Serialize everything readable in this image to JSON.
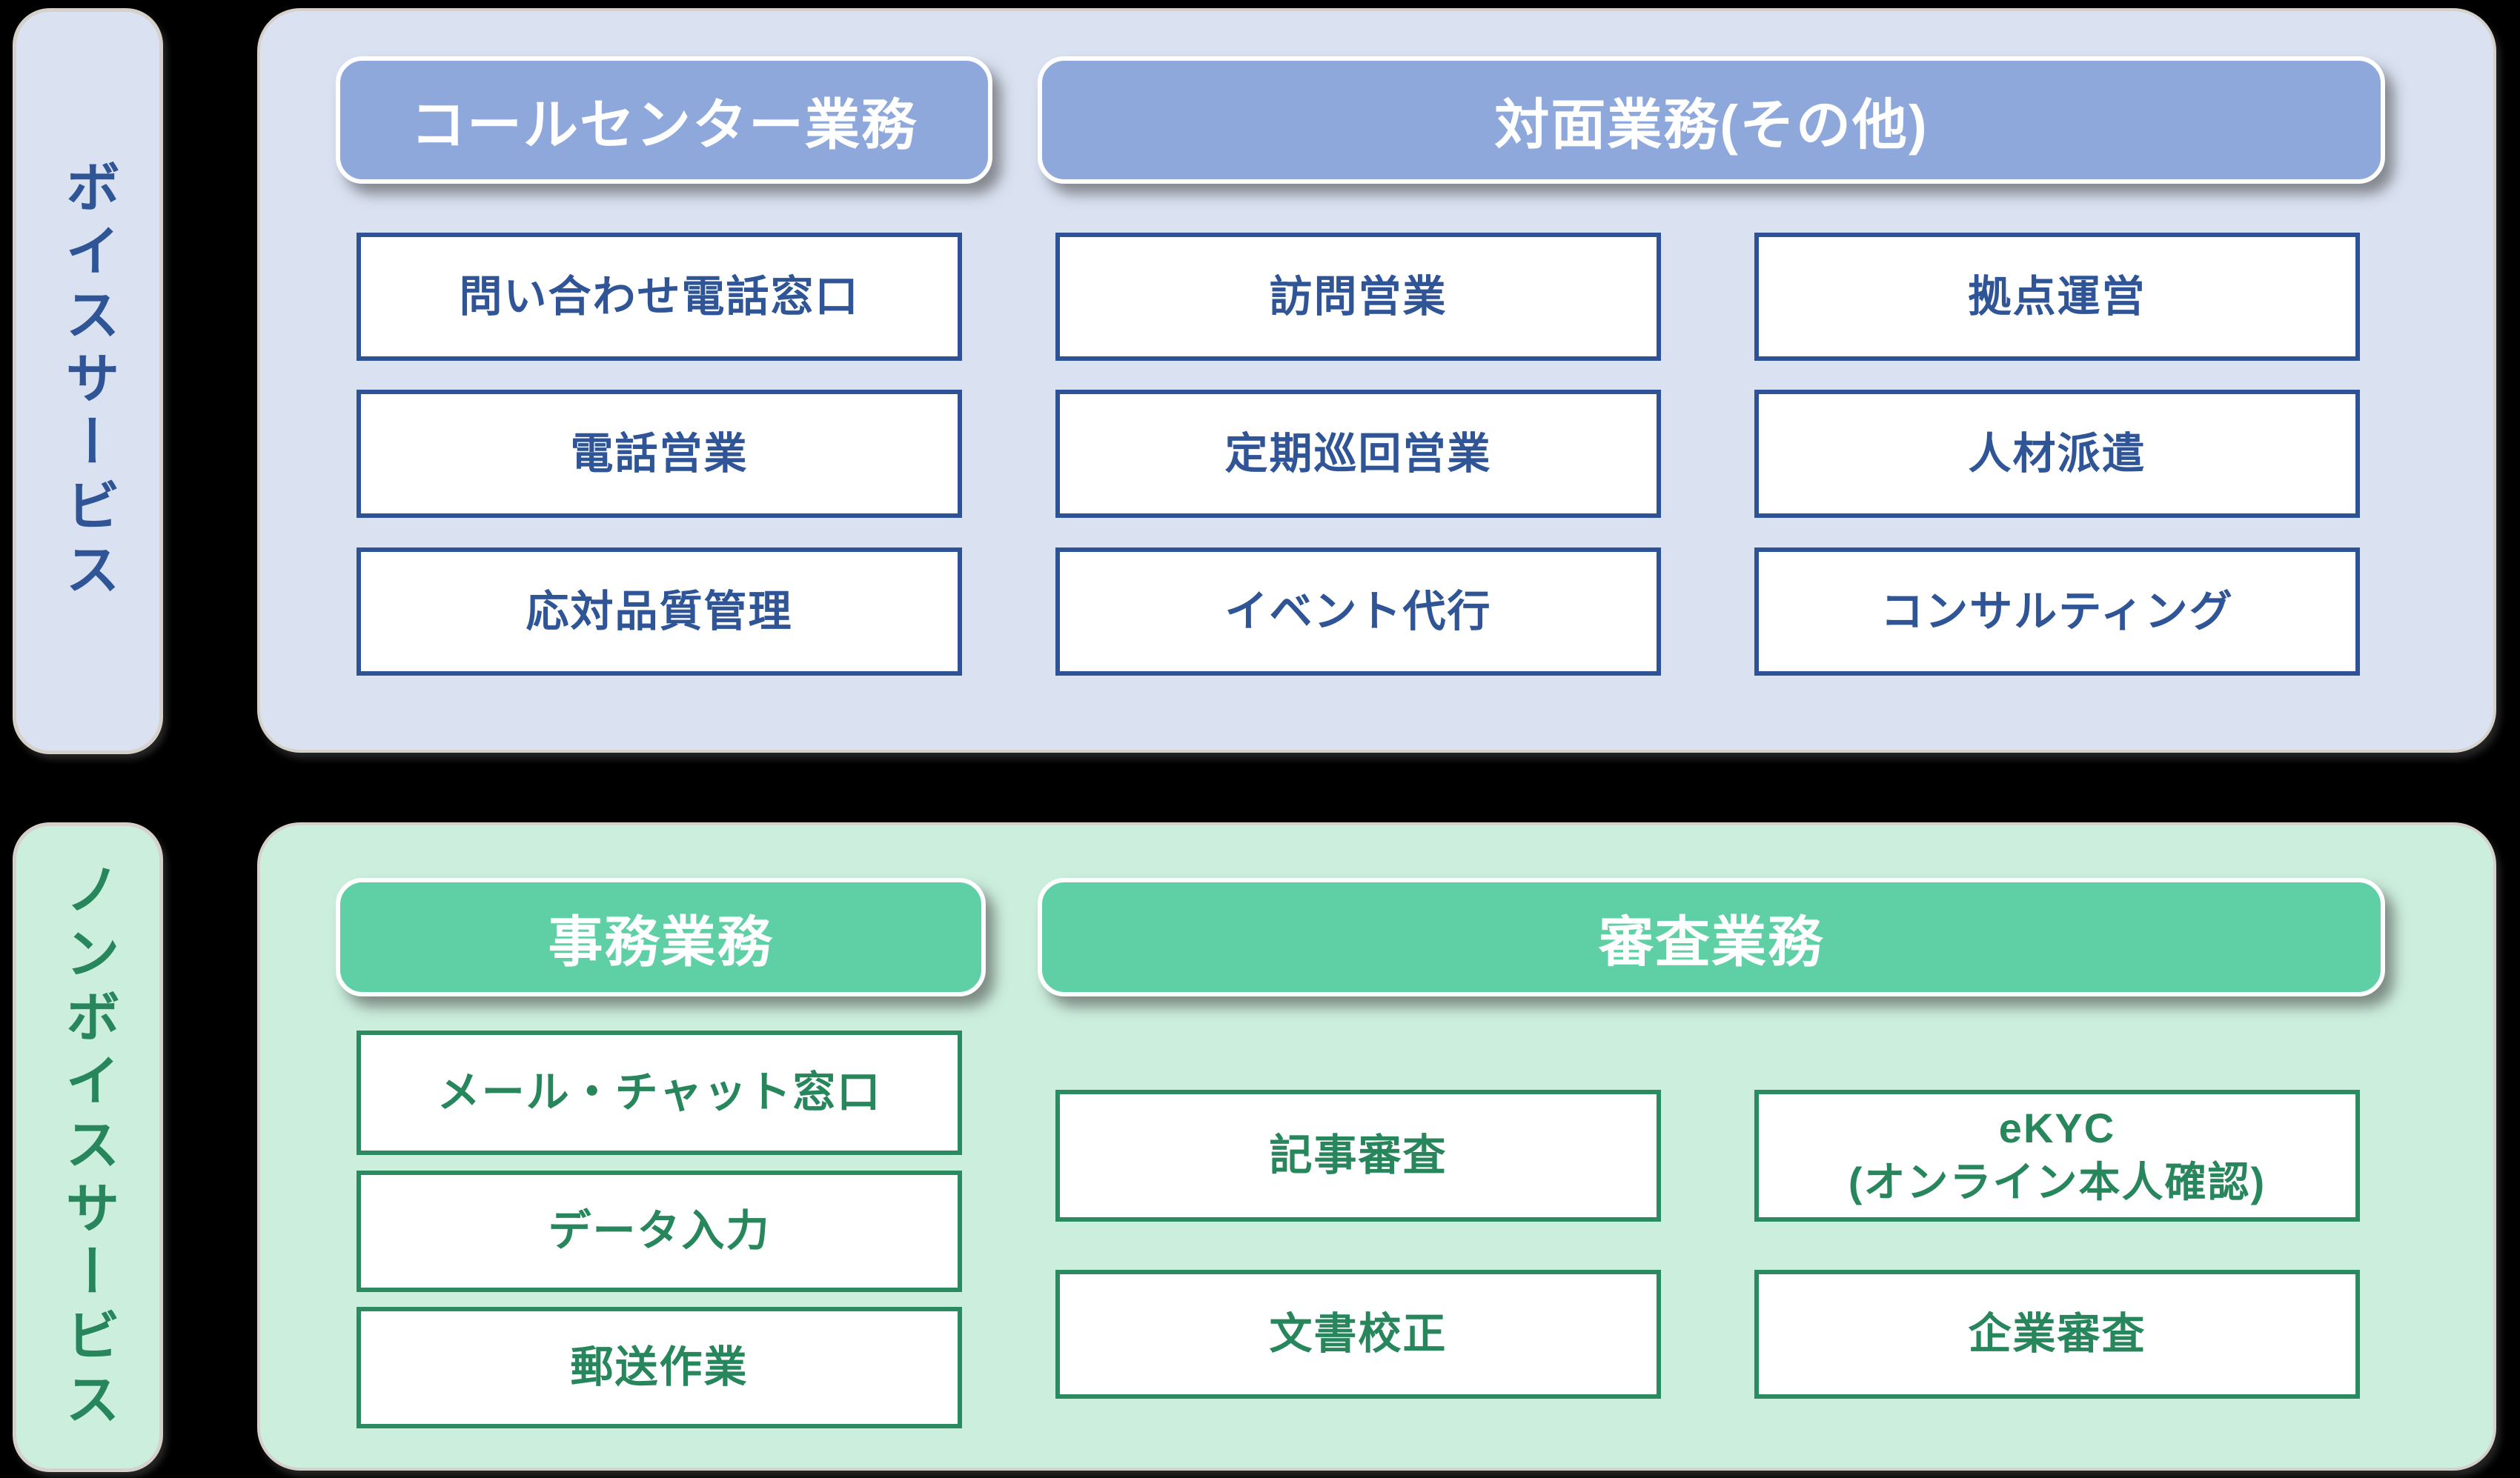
{
  "colors": {
    "page_bg": "#000000",
    "frame_border": "#d5d0ca",
    "pill_border": "#ffffff",
    "blue_panel_bg": "#dae2f2",
    "blue_pill_bg": "#8fa8dc",
    "blue_border": "#2e5395",
    "blue_text": "#2f5597",
    "green_panel_bg": "#cceedd",
    "green_pill_bg": "#5fd0a5",
    "green_border": "#2b8a60",
    "green_text": "#27865c"
  },
  "sections": {
    "voice": {
      "sidebar_label": "ボイスサービス",
      "call_center": {
        "header": "コールセンター業務",
        "items": [
          "問い合わせ電話窓口",
          "電話営業",
          "応対品質管理"
        ]
      },
      "face_to_face": {
        "header": "対面業務(その他)",
        "items": [
          "訪問営業",
          "定期巡回営業",
          "イベント代行",
          "拠点運営",
          "人材派遣",
          "コンサルティング"
        ]
      }
    },
    "nonvoice": {
      "sidebar_label": "ノンボイスサービス",
      "office_work": {
        "header": "事務業務",
        "items": [
          "メール・チャット窓口",
          "データ入力",
          "郵送作業"
        ]
      },
      "screening": {
        "header": "審査業務",
        "items": [
          "記事審査",
          "文書校正",
          "eKYC\n(オンライン本人確認)",
          "企業審査"
        ]
      }
    }
  }
}
